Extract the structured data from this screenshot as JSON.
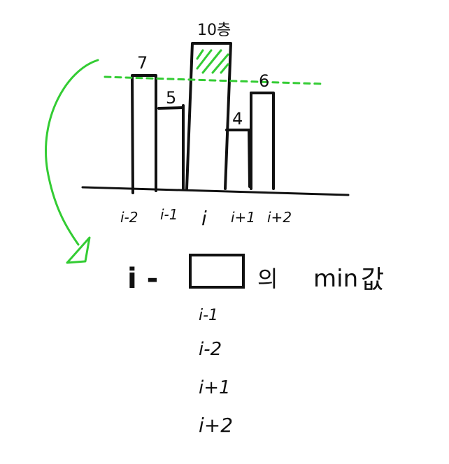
{
  "colors": {
    "ink": "#111111",
    "accent_green": "#33cc33",
    "background": "#ffffff"
  },
  "bar_chart": {
    "bars": [
      {
        "value_label": "7",
        "value": 7,
        "x_label": "i-2"
      },
      {
        "value_label": "5",
        "value": 5,
        "x_label": "i-1"
      },
      {
        "value_label": "10층",
        "value": 10,
        "x_label": "i"
      },
      {
        "value_label": "4",
        "value": 4,
        "x_label": "i+1"
      },
      {
        "value_label": "6",
        "value": 6,
        "x_label": "i+2"
      }
    ],
    "highlight_level": 7
  },
  "formula": {
    "prefix": "i -",
    "suffix": "의",
    "min_word": "min",
    "value_word": "값"
  },
  "candidates": [
    "i-1",
    "i-2",
    "i+1",
    "i+2"
  ],
  "icons": [
    "curved-arrow-icon"
  ]
}
